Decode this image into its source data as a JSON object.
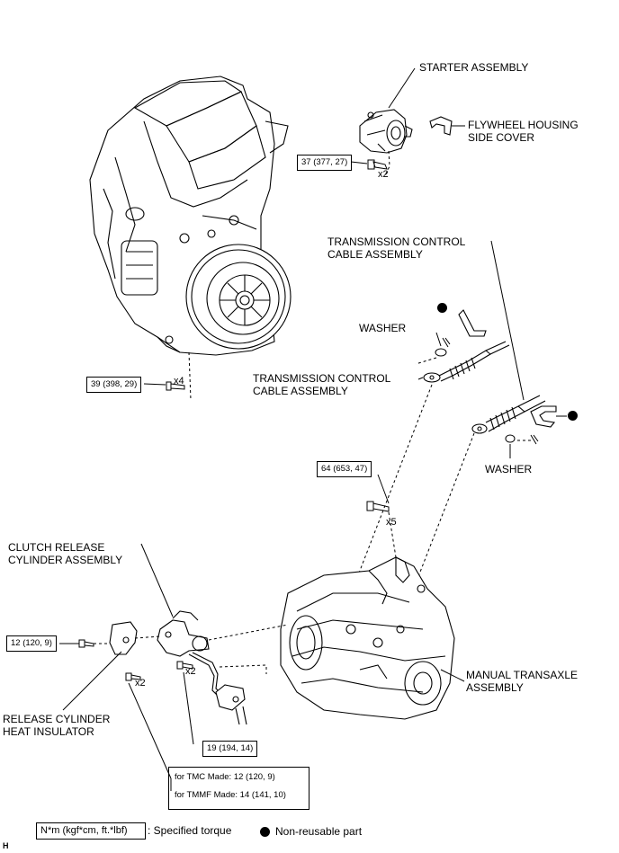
{
  "labels": {
    "starter_assembly": "STARTER ASSEMBLY",
    "flywheel_line1": "FLYWHEEL HOUSING",
    "flywheel_line2": "SIDE COVER",
    "tcc_upper_line1": "TRANSMISSION CONTROL",
    "tcc_upper_line2": "CABLE ASSEMBLY",
    "washer_upper": "WASHER",
    "tcc_lower_line1": "TRANSMISSION CONTROL",
    "tcc_lower_line2": "CABLE ASSEMBLY",
    "washer_lower": "WASHER",
    "clutch_line1": "CLUTCH RELEASE",
    "clutch_line2": "CYLINDER ASSEMBLY",
    "transaxle_line1": "MANUAL TRANSAXLE",
    "transaxle_line2": "ASSEMBLY",
    "heat_line1": "RELEASE CYLINDER",
    "heat_line2": "HEAT INSULATOR"
  },
  "torques": {
    "starter_bolt": "37 (377, 27)",
    "engine_bolt": "39 (398, 29)",
    "transaxle_bolt": "64 (653, 47)",
    "heat_insulator_bolt": "12 (120, 9)",
    "clutch_line_bolt": "19 (194, 14)",
    "tmc_made": "for TMC Made: 12 (120, 9)",
    "tmmf_made": "for TMMF Made: 14 (141, 10)"
  },
  "multipliers": {
    "starter": "x2",
    "engine": "x4",
    "transaxle": "x5",
    "clutch_line": "x2",
    "heat_insulator": "x2"
  },
  "legend": {
    "unit_box": "N*m (kgf*cm, ft.*lbf)",
    "specified_torque": ": Specified torque",
    "non_reusable": "Non-reusable part"
  },
  "corner_letter": "H"
}
